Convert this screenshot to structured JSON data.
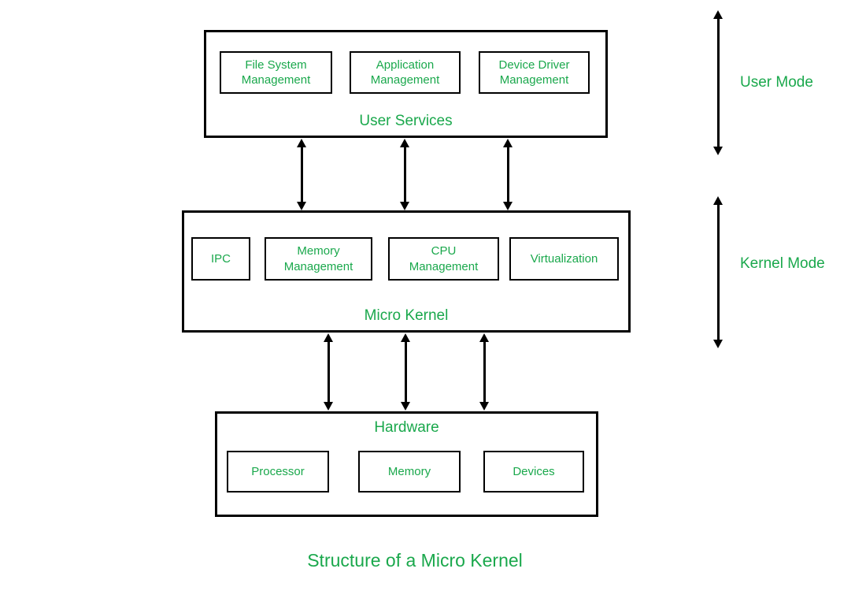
{
  "colors": {
    "text_green": "#1AA84C",
    "line_black": "#000000",
    "background_white": "#FFFFFF"
  },
  "diagram": {
    "caption": "Structure of a Micro Kernel",
    "user_services": {
      "title": "User Services",
      "boxes": [
        "File System\nManagement",
        "Application\nManagement",
        "Device Driver\nManagement"
      ]
    },
    "micro_kernel": {
      "title": "Micro Kernel",
      "boxes": [
        "IPC",
        "Memory\nManagement",
        "CPU\nManagement",
        "Virtualization"
      ]
    },
    "hardware": {
      "title": "Hardware",
      "boxes": [
        "Processor",
        "Memory",
        "Devices"
      ]
    },
    "mode_labels": {
      "user": "User Mode",
      "kernel": "Kernel Mode"
    }
  }
}
